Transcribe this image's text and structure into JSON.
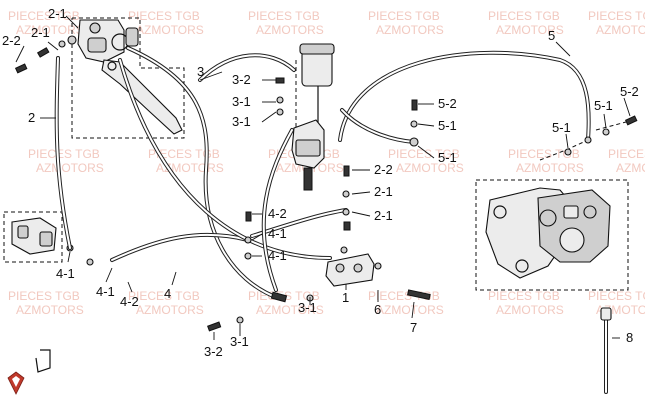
{
  "watermark": [
    "PIECES TGB",
    "AZMOTORS"
  ],
  "callouts": [
    "2-1",
    "2-2",
    "2-1",
    "2",
    "3",
    "3-2",
    "3-1",
    "3-1",
    "4-2",
    "4-1",
    "4-1",
    "4",
    "4-1",
    "4-1",
    "4-2",
    "3-1",
    "3-2",
    "3-1",
    "2-2",
    "2-1",
    "2-1",
    "1",
    "6",
    "7",
    "5",
    "5-2",
    "5-1",
    "5-1",
    "5-1",
    "5-2",
    "5-1",
    "8"
  ]
}
